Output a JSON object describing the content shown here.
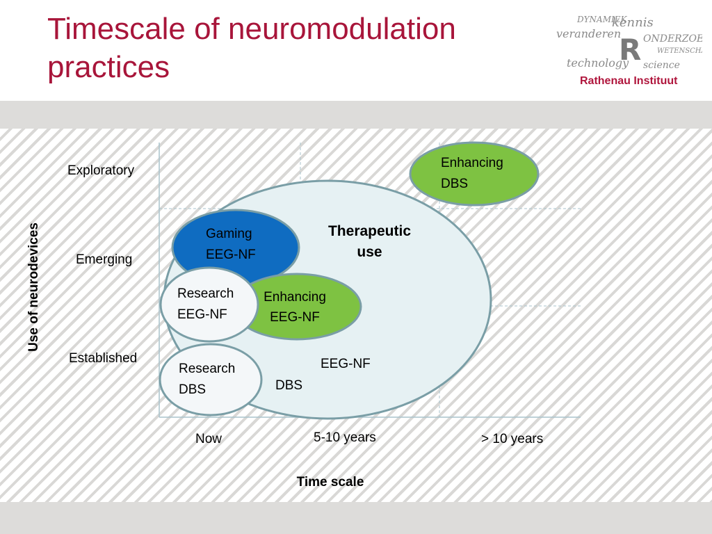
{
  "title": "Timescale of neuromodulation practices",
  "logo": {
    "words": [
      "DYNAMIEK",
      "kennis",
      "veranderen",
      "ONDERZOEK",
      "technology",
      "science",
      "WETENSCHAP",
      "R"
    ],
    "name": "Rathenau Instituut",
    "color": "#b0163d"
  },
  "axes": {
    "y_title": "Use of neurodevices",
    "x_title": "Time scale",
    "y_levels": [
      "Exploratory",
      "Emerging",
      "Established"
    ],
    "x_levels": [
      "Now",
      "5-10 years",
      "> 10 years"
    ]
  },
  "regions": {
    "therapeutic": {
      "label_line1": "Therapeutic",
      "label_line2": "use",
      "fill": "#e6f1f3"
    },
    "therapeutic_items": [
      "EEG-NF",
      "DBS"
    ],
    "gaming_eegnf": {
      "line1": "Gaming",
      "line2": "EEG-NF",
      "fill": "#0f6cc1"
    },
    "enhancing_eegnf": {
      "line1": "Enhancing",
      "line2": "EEG-NF",
      "fill": "#7ec242"
    },
    "research_eegnf": {
      "line1": "Research",
      "line2": "EEG-NF",
      "fill": "#f4f7f9"
    },
    "research_dbs": {
      "line1": "Research",
      "line2": "DBS",
      "fill": "#f4f7f9"
    },
    "enhancing_dbs": {
      "line1": "Enhancing",
      "line2": "DBS",
      "fill": "#7ec242"
    }
  },
  "colors": {
    "title": "#a8153a",
    "ellipse_stroke": "#7a9ea6",
    "gridline": "#a9c3cc"
  }
}
